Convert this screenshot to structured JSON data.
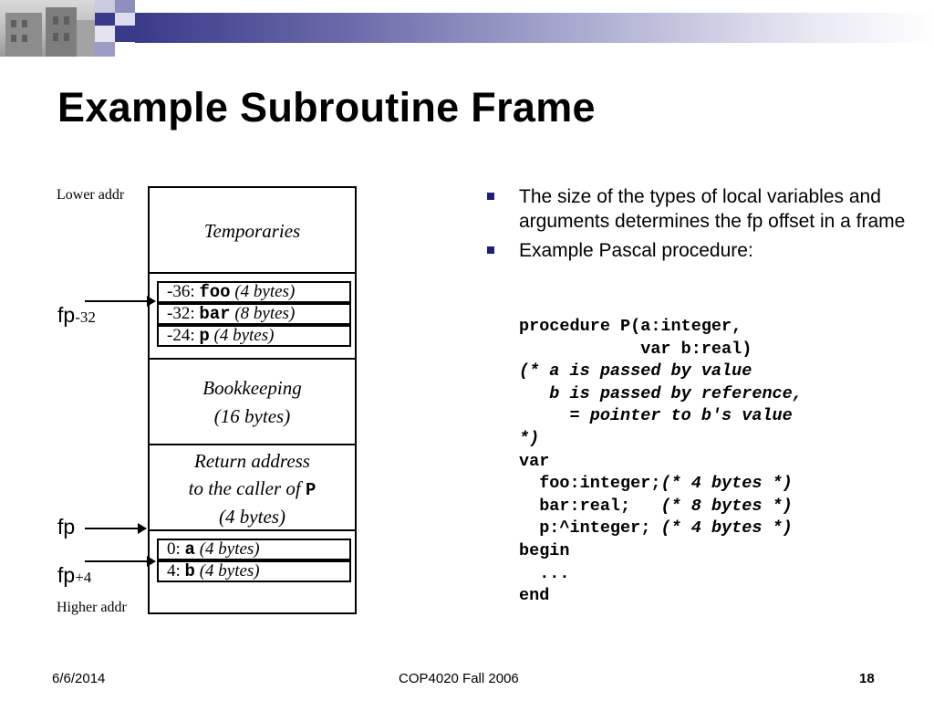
{
  "slide": {
    "title": "Example Subroutine Frame",
    "accent_color": "#3a3a8a"
  },
  "diagram": {
    "lower_addr": "Lower addr",
    "higher_addr": "Higher addr",
    "temporaries": "Temporaries",
    "locals": [
      {
        "offset": "-36: ",
        "name": "foo",
        "size": " (4 bytes)"
      },
      {
        "offset": "-32: ",
        "name": "bar",
        "size": " (8 bytes)"
      },
      {
        "offset": "-24: ",
        "name": "p",
        "size": " (4 bytes)"
      }
    ],
    "bookkeeping_line1": "Bookkeeping",
    "bookkeeping_line2": "(16 bytes)",
    "return_line1": "Return address",
    "return_line2": "to the caller of ",
    "return_proc": "P",
    "return_line3": "(4 bytes)",
    "args": [
      {
        "offset": "0: ",
        "name": "a",
        "size": " (4 bytes)"
      },
      {
        "offset": "4: ",
        "name": "b",
        "size": " (4 bytes)"
      }
    ],
    "fp_minus_base": "fp",
    "fp_minus_offset": "-32",
    "fp_label": "fp",
    "fp_plus_base": "fp",
    "fp_plus_offset": "+4"
  },
  "bullets": [
    "The size of the types of local variables and arguments determines the fp offset in a frame",
    "Example Pascal procedure:"
  ],
  "code": {
    "l1": "procedure P(a:integer,",
    "l2": "            var b:real)",
    "l3": "(* a is passed by value",
    "l4": "   b is passed by reference,",
    "l5": "     = pointer to b's value",
    "l6": "*)",
    "l7": "var",
    "l8a": "  foo:integer;",
    "l8b": "(* 4 bytes *)",
    "l9a": "  bar:real;   ",
    "l9b": "(* 8 bytes *)",
    "l10a": "  p:^integer; ",
    "l10b": "(* 4 bytes *)",
    "l11": "begin",
    "l12": "  ...",
    "l13": "end"
  },
  "footer": {
    "date": "6/6/2014",
    "course": "COP4020 Fall 2006",
    "page": "18"
  }
}
